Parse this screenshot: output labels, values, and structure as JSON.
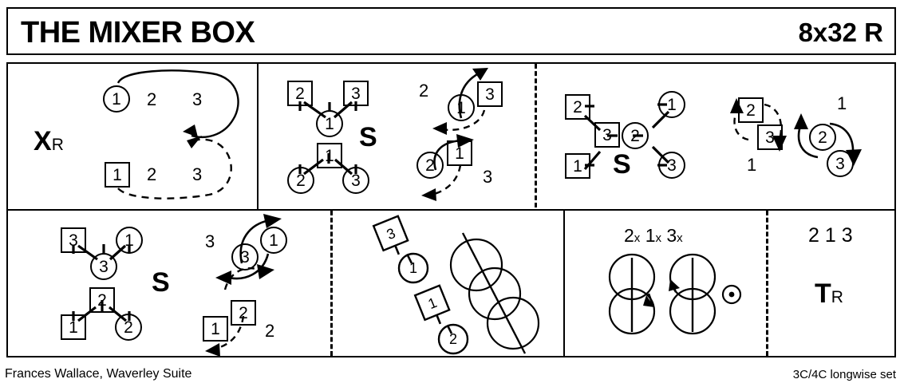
{
  "header": {
    "title": "THE MIXER BOX",
    "meter": "8x32 R"
  },
  "footer": {
    "left": "Frances Wallace, Waverley Suite",
    "right": "3C/4C longwise set"
  },
  "cells": [
    {
      "id": "cell-cross",
      "formation_label": "X",
      "formation_sub": "R",
      "tokens": [
        {
          "name": "lady-1",
          "shape": "circle",
          "text": "1"
        },
        {
          "name": "lady-2",
          "shape": "plain",
          "text": "2"
        },
        {
          "name": "lady-3",
          "shape": "plain",
          "text": "3"
        },
        {
          "name": "man-1",
          "shape": "square",
          "text": "1"
        },
        {
          "name": "man-2",
          "shape": "plain",
          "text": "2"
        },
        {
          "name": "man-3",
          "shape": "plain",
          "text": "3"
        }
      ]
    },
    {
      "id": "cell-set-1",
      "formation_label": "S",
      "tokens": [
        {
          "name": "man-2",
          "shape": "square",
          "text": "2"
        },
        {
          "name": "man-3",
          "shape": "square",
          "text": "3"
        },
        {
          "name": "lady-1",
          "shape": "circle",
          "text": "1"
        },
        {
          "name": "man-1",
          "shape": "square",
          "text": "1"
        },
        {
          "name": "lady-2",
          "shape": "circle",
          "text": "2"
        },
        {
          "name": "lady-3",
          "shape": "circle",
          "text": "3"
        },
        {
          "name": "side-2",
          "shape": "plain",
          "text": "2"
        },
        {
          "name": "turn-lady-1",
          "shape": "circle",
          "text": "1"
        },
        {
          "name": "turn-man-3",
          "shape": "square",
          "text": "3"
        },
        {
          "name": "turn-lady-2",
          "shape": "circle",
          "text": "2"
        },
        {
          "name": "turn-man-1",
          "shape": "square",
          "text": "1"
        },
        {
          "name": "side-3",
          "shape": "plain",
          "text": "3"
        }
      ]
    },
    {
      "id": "cell-set-2",
      "formation_label": "S",
      "tokens": [
        {
          "name": "man-2",
          "shape": "square",
          "text": "2"
        },
        {
          "name": "man-3",
          "shape": "square",
          "text": "3"
        },
        {
          "name": "man-1",
          "shape": "square",
          "text": "1"
        },
        {
          "name": "lady-1",
          "shape": "circle",
          "text": "1"
        },
        {
          "name": "lady-2",
          "shape": "circle",
          "text": "2"
        },
        {
          "name": "lady-3",
          "shape": "circle",
          "text": "3"
        },
        {
          "name": "turn-man-2",
          "shape": "square",
          "text": "2"
        },
        {
          "name": "turn-man-3",
          "shape": "square",
          "text": "3"
        },
        {
          "name": "turn-lady-2",
          "shape": "circle",
          "text": "2"
        },
        {
          "name": "turn-lady-3",
          "shape": "circle",
          "text": "3"
        },
        {
          "name": "side-1-top",
          "shape": "plain",
          "text": "1"
        },
        {
          "name": "side-1-bottom",
          "shape": "plain",
          "text": "1"
        }
      ]
    },
    {
      "id": "cell-set-3",
      "formation_label": "S",
      "tokens": [
        {
          "name": "man-3",
          "shape": "square",
          "text": "3"
        },
        {
          "name": "lady-1",
          "shape": "circle",
          "text": "1"
        },
        {
          "name": "lady-3",
          "shape": "circle",
          "text": "3"
        },
        {
          "name": "man-2",
          "shape": "square",
          "text": "2"
        },
        {
          "name": "man-1",
          "shape": "square",
          "text": "1"
        },
        {
          "name": "lady-2",
          "shape": "circle",
          "text": "2"
        },
        {
          "name": "side-3",
          "shape": "plain",
          "text": "3"
        },
        {
          "name": "turn-lady-3",
          "shape": "circle",
          "text": "3"
        },
        {
          "name": "turn-lady-1",
          "shape": "circle",
          "text": "1"
        },
        {
          "name": "turn-man-1",
          "shape": "square",
          "text": "1"
        },
        {
          "name": "turn-man-2",
          "shape": "square",
          "text": "2"
        },
        {
          "name": "side-2",
          "shape": "plain",
          "text": "2"
        }
      ]
    },
    {
      "id": "cell-reel",
      "tokens": [
        {
          "name": "man-3",
          "shape": "square-tilt",
          "text": "3"
        },
        {
          "name": "lady-1",
          "shape": "circle",
          "text": "1"
        },
        {
          "name": "man-1",
          "shape": "square-tilt",
          "text": "1"
        },
        {
          "name": "lady-2",
          "shape": "circle",
          "text": "2"
        }
      ]
    },
    {
      "id": "cell-poussette",
      "order_label": "2x 1x 3x",
      "order_parts": [
        {
          "num": "2",
          "sub": "x"
        },
        {
          "num": "1",
          "sub": "x"
        },
        {
          "num": "3",
          "sub": "x"
        }
      ]
    },
    {
      "id": "cell-turn",
      "order_label": "2 1 3",
      "formation_label": "T",
      "formation_sub": "R"
    }
  ]
}
